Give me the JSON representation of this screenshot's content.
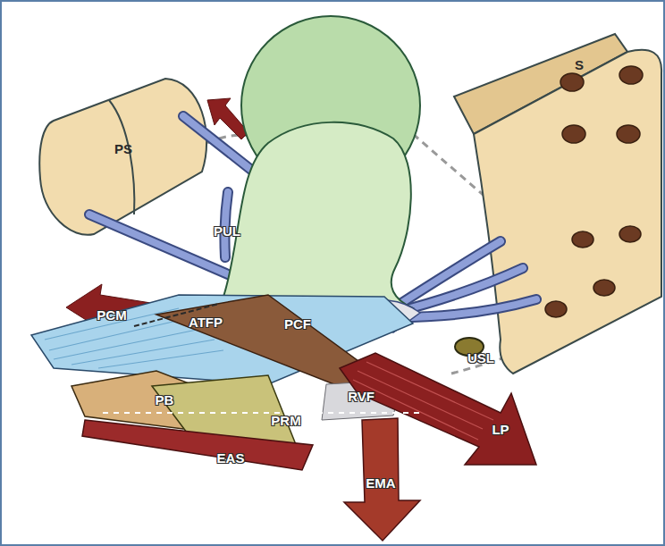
{
  "diagram": {
    "labels": [
      "PS",
      "S",
      "PUL",
      "PCM",
      "ATFP",
      "PCF",
      "PB",
      "PRM",
      "RVF",
      "USL",
      "EAS",
      "EMA",
      "LP"
    ]
  }
}
